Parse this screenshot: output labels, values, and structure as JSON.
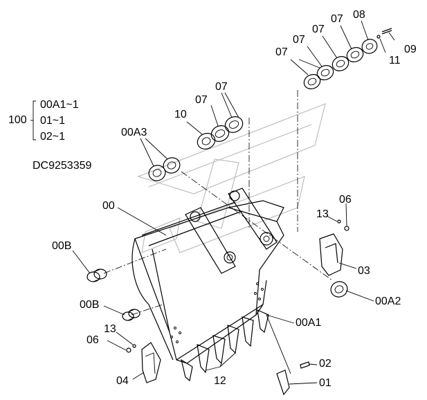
{
  "assembly": {
    "number": "100",
    "variants": [
      "00A1~1",
      "01~1",
      "02~1"
    ]
  },
  "drawing_code": "DC9253359",
  "callouts": {
    "c07a": "07",
    "c07b": "07",
    "c07c": "07",
    "c07d": "07",
    "c08": "08",
    "c09": "09",
    "c11": "11",
    "c07e": "07",
    "c07f": "07",
    "c10": "10",
    "c00A3": "00A3",
    "c00": "00",
    "c00B_1": "00B",
    "c00B_2": "00B",
    "c13_r": "13",
    "c06_r": "06",
    "c03": "03",
    "c00A2": "00A2",
    "c00A1": "00A1",
    "c13_l": "13",
    "c06_l": "06",
    "c04": "04",
    "c12": "12",
    "c02": "02",
    "c01": "01"
  },
  "colors": {
    "line": "#000000",
    "watermark": "#b8b8b8"
  }
}
